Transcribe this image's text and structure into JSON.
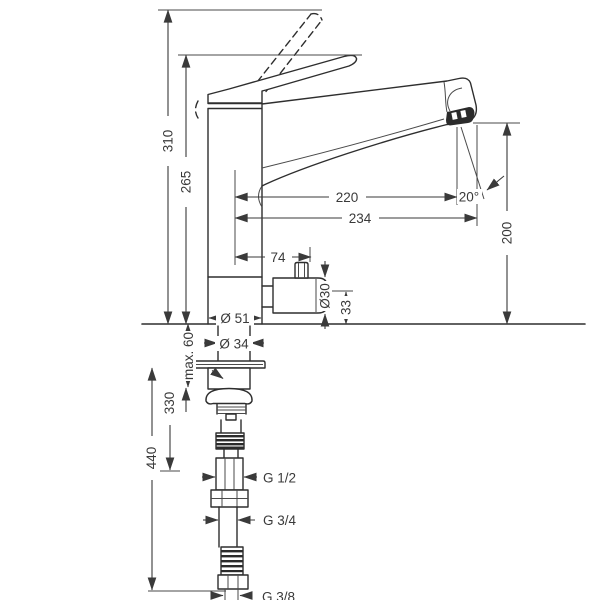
{
  "drawing": {
    "type": "technical-dimension-drawing",
    "subject": "single-lever kitchen mixer tap with device shut-off valve, side elevation with installation dimensions",
    "units": "mm",
    "colors": {
      "line": "#2e2e2e",
      "text": "#3a3a3a",
      "background": "#ffffff"
    }
  },
  "dims": {
    "total_height": "310",
    "lever_height": "265",
    "outlet_height": "200",
    "spout_reach": "220",
    "total_reach": "234",
    "valve_offset": "74",
    "stream_angle": "20°",
    "valve_diameter": "Ø30",
    "valve_axis_height": "33",
    "base_diameter": "Ø 51",
    "hole_diameter": "Ø 34",
    "max_deck_thickness": "max. 60",
    "hose_mark_short": "330",
    "hose_length": "440",
    "thread_top": "G 1/2",
    "thread_mid": "G 3/4",
    "thread_bottom": "G 3/8"
  }
}
